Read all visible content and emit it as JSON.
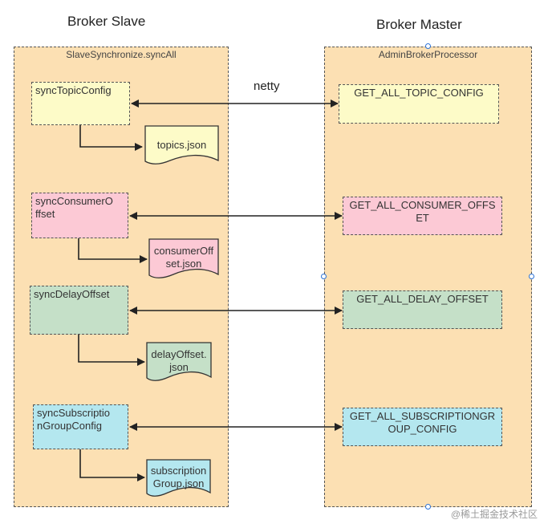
{
  "titles": {
    "left": "Broker Slave",
    "right": "Broker Master"
  },
  "containers": {
    "left": "SlaveSynchronize.syncAll",
    "right": "AdminBrokerProcessor"
  },
  "edge_label": "netty",
  "left_boxes": [
    {
      "label": "syncTopicConfig",
      "color": "#fdfbc8"
    },
    {
      "label": "syncConsumerO\nffset",
      "color": "#fcc9d5"
    },
    {
      "label": "syncDelayOffset",
      "color": "#c5e0c8"
    },
    {
      "label": "syncSubscriptio\nnGroupConfig",
      "color": "#b4e7ef"
    }
  ],
  "documents": [
    {
      "label": "topics.json"
    },
    {
      "label": "consumerOff\nset.json"
    },
    {
      "label": "delayOffset.\njson"
    },
    {
      "label": "subscription\nGroup.json"
    }
  ],
  "right_boxes": [
    {
      "label": "GET_ALL_TOPIC_CONFIG"
    },
    {
      "label": "GET_ALL_CONSUMER_OFFS\nET"
    },
    {
      "label": "GET_ALL_DELAY_OFFSET"
    },
    {
      "label": "GET_ALL_SUBSCRIPTIONGR\nOUP_CONFIG"
    }
  ],
  "watermark": "@稀土掘金技术社区"
}
